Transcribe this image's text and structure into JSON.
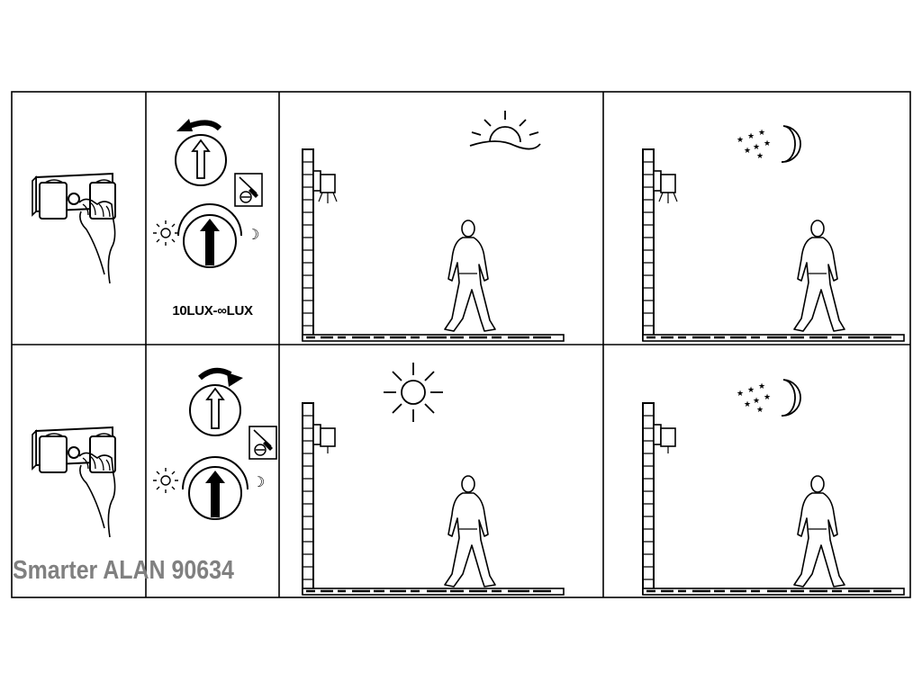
{
  "lux_label": "10LUX-∞LUX",
  "product_label": "Smarter ALAN 90634",
  "colors": {
    "line": "#000000",
    "product_text": "#808080",
    "background": "#ffffff"
  },
  "rows": [
    {
      "dial_rotation": "counter-clockwise",
      "scenes": [
        {
          "sky": "sunset-icon",
          "light_on": true
        },
        {
          "sky": "moon-stars-icon",
          "light_on": true
        }
      ]
    },
    {
      "dial_rotation": "clockwise",
      "scenes": [
        {
          "sky": "sun-icon",
          "light_on": false
        },
        {
          "sky": "moon-stars-icon",
          "light_on": false
        }
      ]
    }
  ],
  "icons": [
    "hand-adjusting-fixture-icon",
    "rotation-arrow-icon",
    "dial-arrow-icon",
    "screwdriver-icon",
    "sun-small-icon",
    "moon-small-icon",
    "wall-lamp-icon",
    "walking-person-icon",
    "ground-icon"
  ]
}
